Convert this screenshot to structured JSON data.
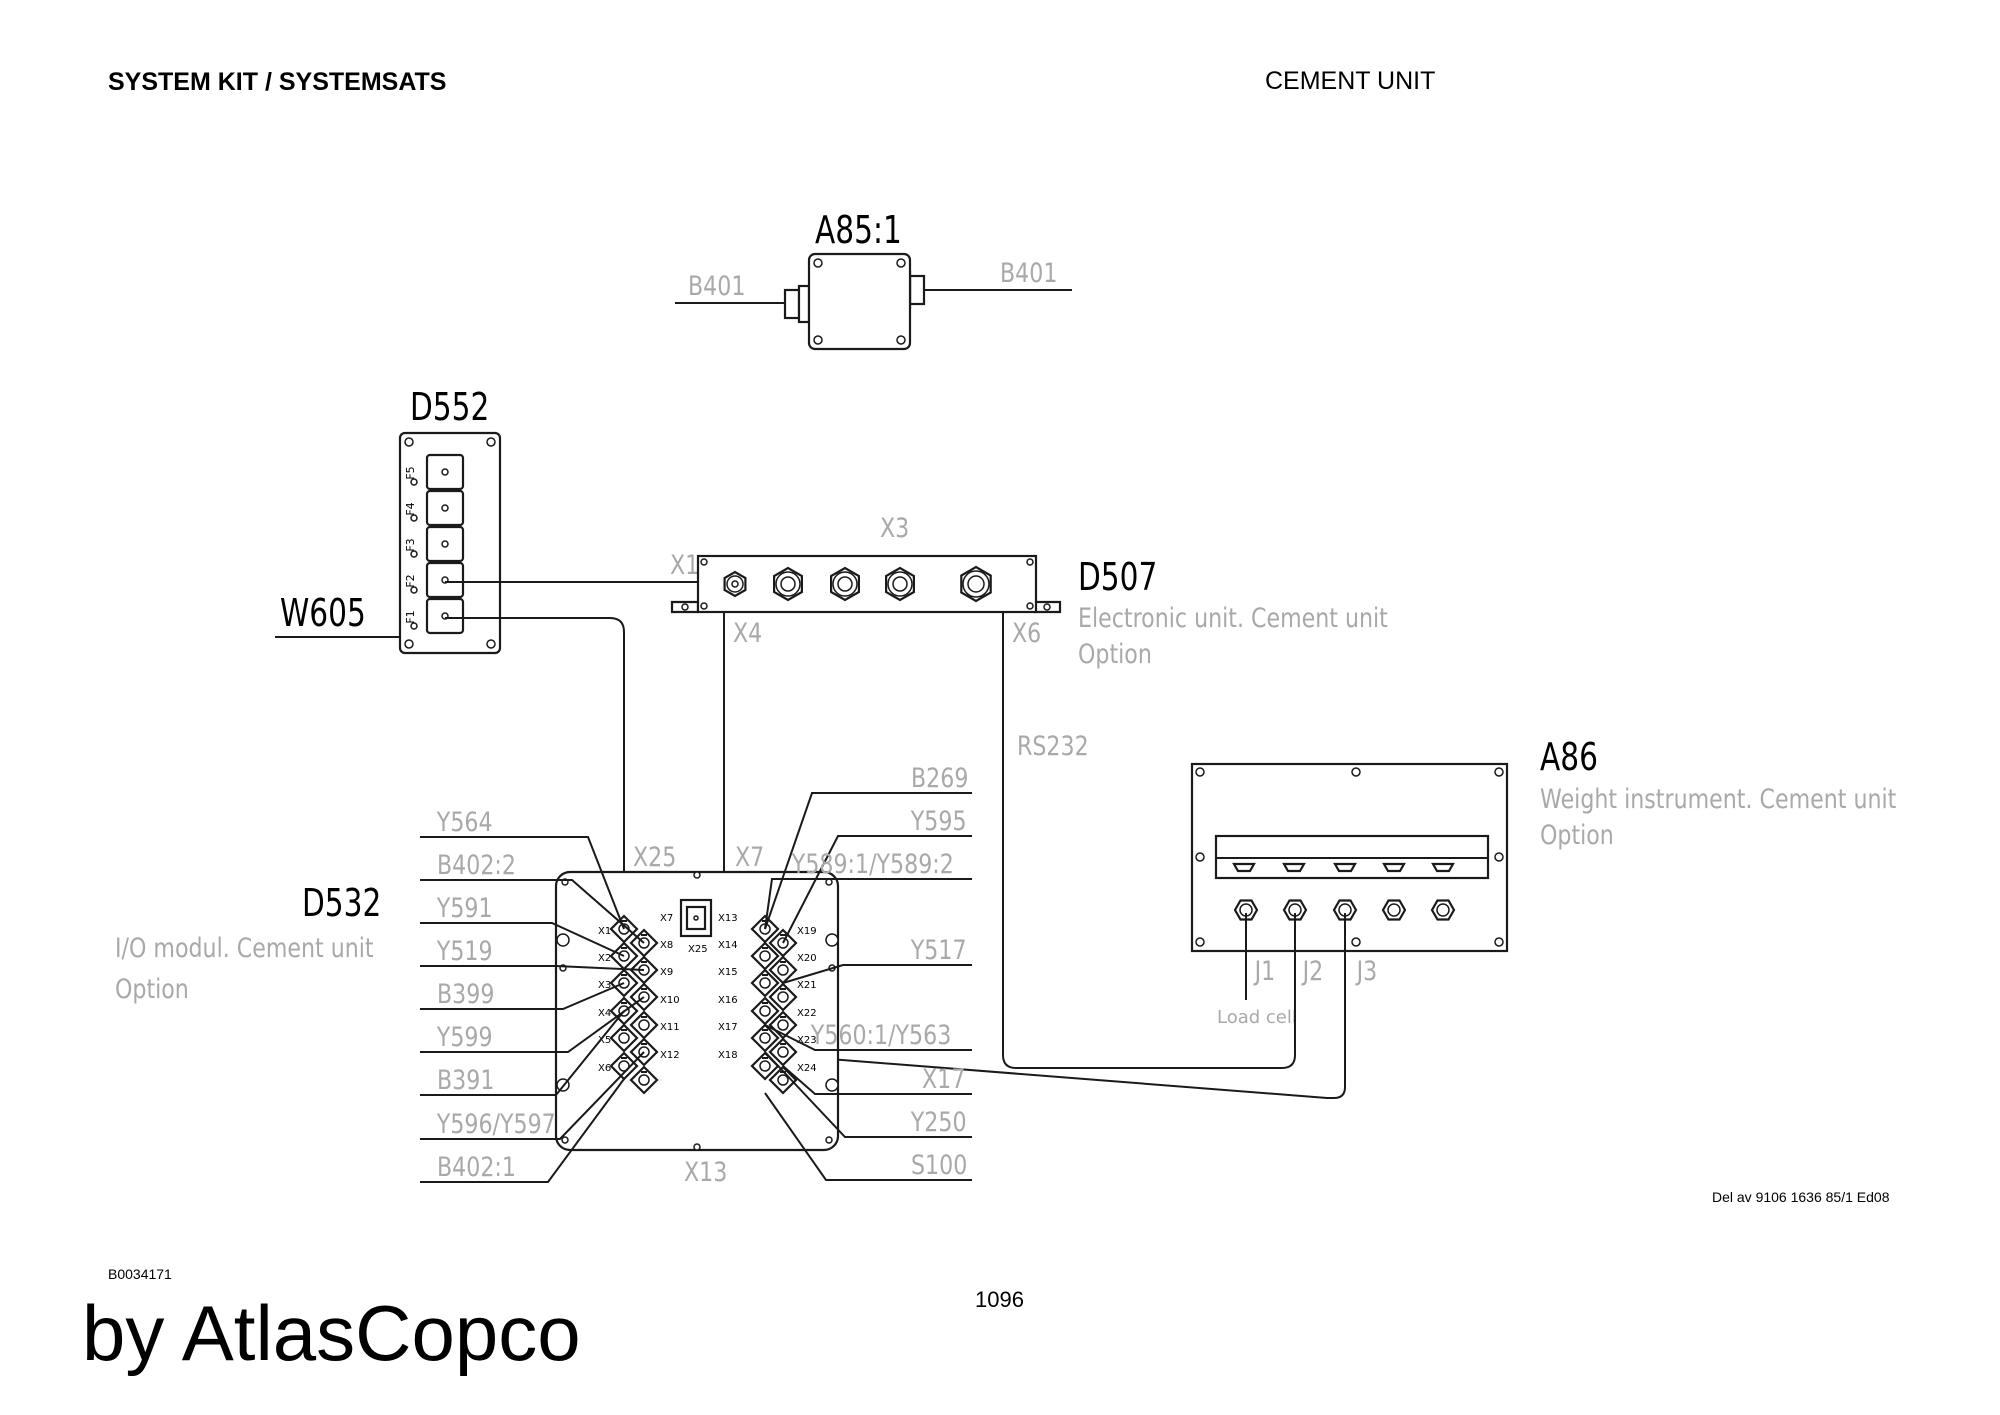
{
  "header": {
    "left_title": "SYSTEM KIT / SYSTEMSATS",
    "right_title": "CEMENT UNIT"
  },
  "components": {
    "a85": {
      "id": "A85:1",
      "left_cable": "B401",
      "right_cable": "B401"
    },
    "d552": {
      "id": "D552",
      "slots": [
        "F5",
        "F4",
        "F3",
        "F2",
        "F1"
      ]
    },
    "w605": {
      "id": "W605"
    },
    "d507": {
      "id": "D507",
      "desc_line1": "Electronic unit. Cement unit",
      "desc_line2": "Option",
      "port_x1": "X1",
      "port_x3": "X3",
      "port_x4": "X4",
      "port_x6": "X6"
    },
    "rs232": "RS232",
    "a86": {
      "id": "A86",
      "desc_line1": "Weight instrument. Cement unit",
      "desc_line2": "Option",
      "port_j1": "J1",
      "port_j2": "J2",
      "port_j3": "J3",
      "load_cell": "Load cell"
    },
    "d532": {
      "id": "D532",
      "desc_line1": "I/O modul. Cement unit",
      "desc_line2": "Option",
      "top_x25": "X25",
      "top_x7": "X7",
      "bottom_x13": "X13",
      "center_label": "X25",
      "left_pins": [
        "X1",
        "X2",
        "X3",
        "X4",
        "X5",
        "X6"
      ],
      "left_pins_b": [
        "X7",
        "X8",
        "X9",
        "X10",
        "X11",
        "X12"
      ],
      "right_pins_a": [
        "X13",
        "X14",
        "X15",
        "X16",
        "X17",
        "X18"
      ],
      "right_pins_b": [
        "X19",
        "X20",
        "X21",
        "X22",
        "X23",
        "X24"
      ]
    }
  },
  "left_signals": [
    "Y564",
    "B402:2",
    "Y591",
    "Y519",
    "B399",
    "Y599",
    "B391",
    "Y596/Y597",
    "B402:1"
  ],
  "right_signals": [
    "B269",
    "Y595",
    "Y589:1/Y589:2",
    "Y517",
    "Y560:1/Y563",
    "X17",
    "Y250",
    "S100"
  ],
  "footer": {
    "doc_ref": "Del av 9106 1636 85/1 Ed08",
    "image_id": "B0034171",
    "page_number": "1096",
    "brand": "by AtlasCopco"
  }
}
